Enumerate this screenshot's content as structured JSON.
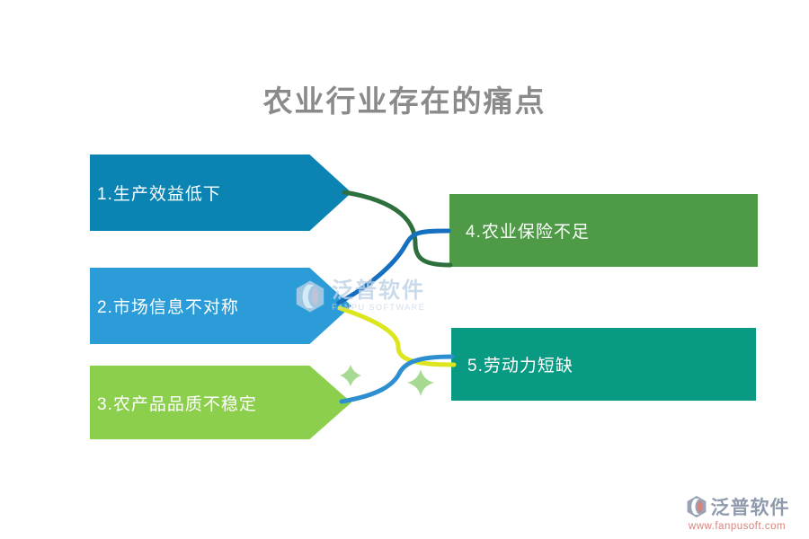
{
  "title": "农业行业存在的痛点",
  "items": [
    {
      "label": "1.生产效益低下",
      "shape": "arrow",
      "color": "#0b84b4"
    },
    {
      "label": "2.市场信息不对称",
      "shape": "arrow",
      "color": "#2b9cd8"
    },
    {
      "label": "3.农产品品质不稳定",
      "shape": "arrow",
      "color": "#8ccf4d"
    },
    {
      "label": "4.农业保险不足",
      "shape": "box",
      "color": "#4e9a47"
    },
    {
      "label": "5.劳动力短缺",
      "shape": "box",
      "color": "#089a82"
    }
  ],
  "connectors": [
    {
      "from": "item-1",
      "to": "item-4",
      "color": "#2e6f3e"
    },
    {
      "from": "item-2",
      "to": "item-4",
      "color": "#1670c0"
    },
    {
      "from": "item-2",
      "to": "item-5",
      "color": "#dce51e"
    },
    {
      "from": "item-3",
      "to": "item-5",
      "color": "#2e8fd0"
    }
  ],
  "decorations": {
    "sparkle_color": "#a6da90"
  },
  "text_colors": {
    "title": "#8a8a8a",
    "item_text": "#ffffff"
  },
  "watermark": {
    "brand": "泛普软件",
    "subtitle": "FANPU SOFTWARE"
  },
  "footer": {
    "brand": "泛普软件",
    "url": "www.fanpusoft.com"
  }
}
